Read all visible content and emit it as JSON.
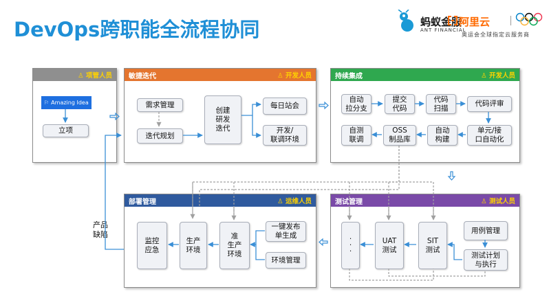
{
  "title": "DevOps跨职能全流程协同",
  "logos": {
    "ant_name": "蚂蚁金服",
    "ant_sub": "ANT FINANCIAL",
    "aliyun": "阿里云",
    "slogan": "奥运会全球指定云服务商"
  },
  "colors": {
    "title": "#1f8fd6",
    "gray_header": "#8f8f8f",
    "agile_header": "#e4752f",
    "ci_header": "#2fa84f",
    "deploy_header": "#2f5a9e",
    "test_header": "#7a4aa8",
    "arrow": "#3a8fd6"
  },
  "panels": {
    "project": {
      "role": "项管人员",
      "amazing_idea": "Amazing Idea",
      "boxes": [
        "立项"
      ]
    },
    "agile": {
      "title": "敏捷迭代",
      "role": "开发人员",
      "boxes": [
        "需求管理",
        "迭代规划",
        "创建\n研发\n迭代",
        "每日站会",
        "开发/\n联调环境"
      ]
    },
    "ci": {
      "title": "持续集成",
      "role": "开发人员",
      "boxes": [
        "自动\n拉分支",
        "提交\n代码",
        "代码\n扫描",
        "代码评审",
        "单元/接\n口自动化",
        "自动\n构建",
        "OSS\n制品库",
        "自测\n联调"
      ]
    },
    "deploy": {
      "title": "部署管理",
      "role": "运维人员",
      "boxes": [
        "监控\n应急",
        "生产\n环境",
        "准\n生产\n环境",
        "一键发布\n单生成",
        "环境管理"
      ]
    },
    "test": {
      "title": "测试管理",
      "role": "测试人员",
      "boxes": [
        "·\n·\n·",
        "UAT\n测试",
        "SIT\n测试",
        "用例管理",
        "测试计划\n与执行"
      ]
    }
  },
  "side_label": "产品\n缺陷"
}
